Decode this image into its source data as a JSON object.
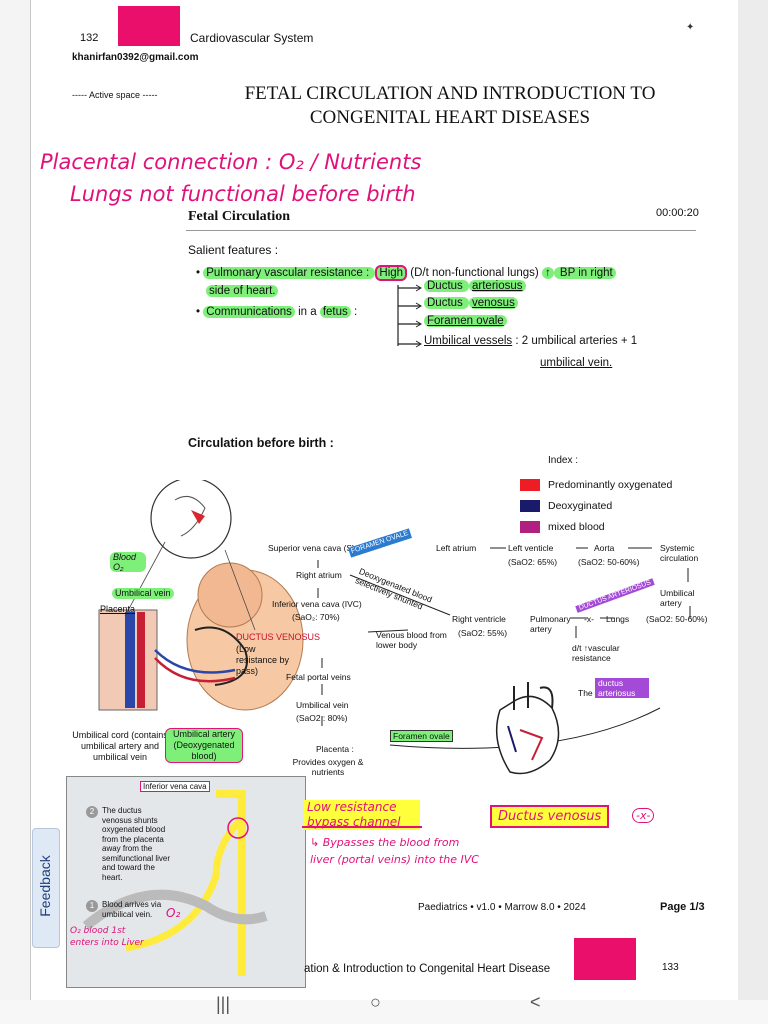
{
  "header": {
    "page_no_top": "132",
    "section": "Cardiovascular System",
    "email": "khanirfan0392@gmail.com",
    "active_space": "----- Active space -----",
    "title_line1": "FETAL CIRCULATION AND INTRODUCTION TO",
    "title_line2": "CONGENITAL HEART DISEASES"
  },
  "handwritten_top": {
    "line1": "Placental connection : O₂ / Nutrients",
    "line2": "Lungs not functional before birth"
  },
  "fetal_circulation": {
    "heading": "Fetal Circulation",
    "timestamp": "00:00:20",
    "salient": "Salient features :",
    "bullet1_a": "Pulmonary vascular resistance : ",
    "bullet1_high": "High",
    "bullet1_b": " (D/t non-functional lungs) ",
    "bullet1_arrow": "↑",
    "bullet1_c": " BP in right",
    "bullet1_d": "side of heart.",
    "bullet2_a": "Communications",
    "bullet2_b": " in a ",
    "bullet2_c": "fetus",
    "bullet2_d": " :",
    "comm1_a": "Ductus ",
    "comm1_b": "arteriosus",
    "comm2_a": "Ductus ",
    "comm2_b": "venosus",
    "comm3": "Foramen ovale",
    "comm4_a": "Umbilical vessels",
    "comm4_b": " : 2 umbilical arteries + 1",
    "comm4_c": "umbilical vein."
  },
  "circulation_before_birth": {
    "heading": "Circulation before birth :",
    "index_title": "Index :",
    "legend": [
      {
        "label": "Predominantly oxygenated",
        "color": "#ee1c24"
      },
      {
        "label": "Deoxyginated",
        "color": "#1a1a6b"
      },
      {
        "label": "mixed blood",
        "color": "#b0207e"
      }
    ],
    "flow": {
      "svc": "Superior vena cava (SVC)",
      "foramen_ovale_tag": "FORAMEN OVALE",
      "left_atrium": "Left atrium",
      "left_ventricle": "Left venticle",
      "lv_sat": "(SaO2: 65%)",
      "aorta": "Aorta",
      "aorta_sat": "(SaO2: 50-60%)",
      "systemic": "Systemic circulation",
      "right_atrium": "Right atrium",
      "deoxy_shunt": "Deoxygenated blood selectively shunted",
      "ivc": "Inferior vena cava (IVC)",
      "ivc_sat": "(SaO₂: 70%)",
      "right_ventricle": "Right ventricle",
      "rv_sat": "(SaO2: 55%)",
      "pulmonary_artery": "Pulmonary artery",
      "cross": "-x-",
      "lungs": "Lungs",
      "ductus_arteriosus_tag": "DUCTUS ARTERIOSUS",
      "umbilical_artery": "Umbilical artery",
      "ua_sat": "(SaO2: 50-60%)",
      "venous_blood": "Venous blood from lower body",
      "dt_vascular": "d/t ↑vascular resistance",
      "fetal_portal": "Fetal portal veins",
      "umbilical_vein": "Umbilical vein",
      "uv_sat": "(SaO2 : 80%)",
      "placenta": "Placenta :",
      "placenta_b": "Provides oxygen & nutrients",
      "the_ductus_a": "The",
      "the_ductus_b": "ductus arteriosus",
      "foramen_ovale_label": "Foramen ovale"
    },
    "left_diagram": {
      "blood_o2": "Blood O₂",
      "umbilical_vein": "Umbilical vein",
      "placenta": "Placenta",
      "ductus_venosus": "DUCTUS VENOSUS",
      "dv_note": "(Low resistance by pass)",
      "umbilical_cord": "Umbilical cord (contains umbilical artery and umbilical vein",
      "umbilical_artery": "Umbilical artery (Deoxygenated blood)"
    }
  },
  "bottom_inset": {
    "ivc_label": "Inferior vena cava",
    "step2_num": "2",
    "step2_text": "The ductus venosus shunts oxygenated blood from the placenta away from the semifunctional liver and toward the heart.",
    "step1_num": "1",
    "step1_text": "Blood arrives via umbilical vein.",
    "o2": "O₂",
    "left_note": "O₂ blood 1st enters into Liver"
  },
  "bottom_notes": {
    "low_resistance": "Low resistance bypass channel",
    "bypasses": "↳ Bypasses the blood from liver (portal veins) into the IVC",
    "ductus_venosus": "Ductus venosus",
    "ductus_x": "-x-"
  },
  "footer": {
    "info": "Paediatrics • v1.0 • Marrow 8.0 • 2024",
    "page": "Page 1/3",
    "next_title": "ation & Introduction to Congenital Heart Disease",
    "next_page": "133",
    "feedback": "Feedback"
  },
  "navbar": {
    "recents": "|||",
    "home": "○",
    "back": "<"
  }
}
